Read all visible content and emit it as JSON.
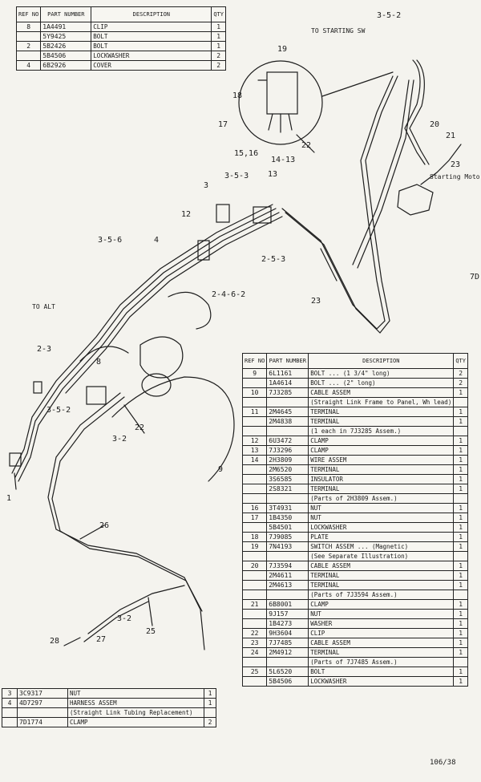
{
  "top_table": {
    "headers": [
      "REF NO",
      "PART NUMBER",
      "DESCRIPTION",
      "QTY"
    ],
    "rows": [
      {
        "ref": "8",
        "part": "1A4491",
        "desc": "CLIP",
        "qty": "1"
      },
      {
        "ref": "",
        "part": "5Y9425",
        "desc": "BOLT",
        "qty": "1"
      },
      {
        "ref": "2",
        "part": "5B2426",
        "desc": "BOLT",
        "qty": "1"
      },
      {
        "ref": "",
        "part": "5B4506",
        "desc": "LOCKWASHER",
        "qty": "2"
      },
      {
        "ref": "4",
        "part": "6B2926",
        "desc": "COVER",
        "qty": "2"
      }
    ]
  },
  "main_table": {
    "headers": [
      "REF NO",
      "PART NUMBER",
      "DESCRIPTION",
      "QTY"
    ],
    "rows": [
      {
        "ref": "9",
        "part": "6L1161",
        "desc": "BOLT ... (1 3/4\" long)",
        "qty": "2"
      },
      {
        "ref": "",
        "part": "1A4614",
        "desc": "BOLT ... (2\" long)",
        "qty": "2"
      },
      {
        "ref": "10",
        "part": "7J3285",
        "desc": "CABLE ASSEM",
        "qty": "1"
      },
      {
        "ref": "",
        "part": "",
        "desc": "(Straight Link Frame to Panel, Wh lead)",
        "qty": ""
      },
      {
        "ref": "11",
        "part": "2M4645",
        "desc": "TERMINAL",
        "qty": "1"
      },
      {
        "ref": "",
        "part": "2M4838",
        "desc": "TERMINAL",
        "qty": "1"
      },
      {
        "ref": "",
        "part": "",
        "desc": "(1 each in 7J3285 Assem.)",
        "qty": ""
      },
      {
        "ref": "12",
        "part": "6U3472",
        "desc": "CLAMP",
        "qty": "1"
      },
      {
        "ref": "13",
        "part": "7J3296",
        "desc": "CLAMP",
        "qty": "1"
      },
      {
        "ref": "14",
        "part": "2H3809",
        "desc": "WIRE ASSEM",
        "qty": "1"
      },
      {
        "ref": "",
        "part": "2M6520",
        "desc": "TERMINAL",
        "qty": "1"
      },
      {
        "ref": "",
        "part": "3S6585",
        "desc": "INSULATOR",
        "qty": "1"
      },
      {
        "ref": "",
        "part": "2S8321",
        "desc": "TERMINAL",
        "qty": "1"
      },
      {
        "ref": "",
        "part": "",
        "desc": "(Parts of 2H3809 Assem.)",
        "qty": ""
      },
      {
        "ref": "16",
        "part": "3T4931",
        "desc": "NUT",
        "qty": "1"
      },
      {
        "ref": "17",
        "part": "1B4350",
        "desc": "NUT",
        "qty": "1"
      },
      {
        "ref": "",
        "part": "5B4501",
        "desc": "LOCKWASHER",
        "qty": "1"
      },
      {
        "ref": "18",
        "part": "7J9085",
        "desc": "PLATE",
        "qty": "1"
      },
      {
        "ref": "19",
        "part": "7N4193",
        "desc": "SWITCH ASSEM ... (Magnetic)",
        "qty": "1"
      },
      {
        "ref": "",
        "part": "",
        "desc": "(See Separate Illustration)",
        "qty": ""
      },
      {
        "ref": "20",
        "part": "7J3594",
        "desc": "CABLE ASSEM",
        "qty": "1"
      },
      {
        "ref": "",
        "part": "2M4611",
        "desc": "TERMINAL",
        "qty": "1"
      },
      {
        "ref": "",
        "part": "2M4613",
        "desc": "TERMINAL",
        "qty": "1"
      },
      {
        "ref": "",
        "part": "",
        "desc": "(Parts of 7J3594 Assem.)",
        "qty": ""
      },
      {
        "ref": "21",
        "part": "6B8001",
        "desc": "CLAMP",
        "qty": "1"
      },
      {
        "ref": "",
        "part": "9J157",
        "desc": "NUT",
        "qty": "1"
      },
      {
        "ref": "",
        "part": "1B4273",
        "desc": "WASHER",
        "qty": "1"
      },
      {
        "ref": "22",
        "part": "9H3604",
        "desc": "CLIP",
        "qty": "1"
      },
      {
        "ref": "23",
        "part": "7J7485",
        "desc": "CABLE ASSEM",
        "qty": "1"
      },
      {
        "ref": "24",
        "part": "2M4912",
        "desc": "TERMINAL",
        "qty": "1"
      },
      {
        "ref": "",
        "part": "",
        "desc": "(Parts of 7J7485 Assem.)",
        "qty": ""
      },
      {
        "ref": "25",
        "part": "5L6520",
        "desc": "BOLT",
        "qty": "1"
      },
      {
        "ref": "",
        "part": "5B4506",
        "desc": "LOCKWASHER",
        "qty": "1"
      }
    ]
  },
  "bottom_table": {
    "rows": [
      {
        "ref": "3",
        "part": "3C9317",
        "desc": "NUT",
        "qty": "1"
      },
      {
        "ref": "4",
        "part": "4D7297",
        "desc": "HARNESS ASSEM",
        "qty": "1"
      },
      {
        "ref": "",
        "part": "",
        "desc": "(Straight Link Tubing Replacement)",
        "qty": ""
      },
      {
        "ref": "",
        "part": "7D1774",
        "desc": "CLAMP",
        "qty": "2"
      }
    ]
  },
  "callouts": {
    "c_3_5_2_top": "3-5-2",
    "c_to_starting_sw": "TO STARTING SW",
    "c_19": "19",
    "c_18": "18",
    "c_17": "17",
    "c_15_16": "15,16",
    "c_14_13": "14-13",
    "c_22": "22",
    "c_20": "20",
    "c_21": "21",
    "c_23_right": "23",
    "c_starting_motor": "Starting Motor",
    "c_3_5_3": "3-5-3",
    "c_13": "13",
    "c_3": "3",
    "c_12": "12",
    "c_4": "4",
    "c_3_5_6": "3-5-6",
    "c_2_5_3": "2-5-3",
    "c_2_4_6_2": "2-4-6-2",
    "c_23_mid": "23",
    "c_to_alt": "TO ALT",
    "c_2_3": "2-3",
    "c_8": "8",
    "c_3_5_2_left": "3-5-2",
    "c_3_2": "3-2",
    "c_22_mid": "22",
    "c_26": "26",
    "c_3_2_bottom": "3-2",
    "c_25": "25",
    "c_27": "27",
    "c_28": "28",
    "c_1": "1",
    "c_9": "9"
  },
  "page_code": "106/38",
  "edge_mark": "7D"
}
